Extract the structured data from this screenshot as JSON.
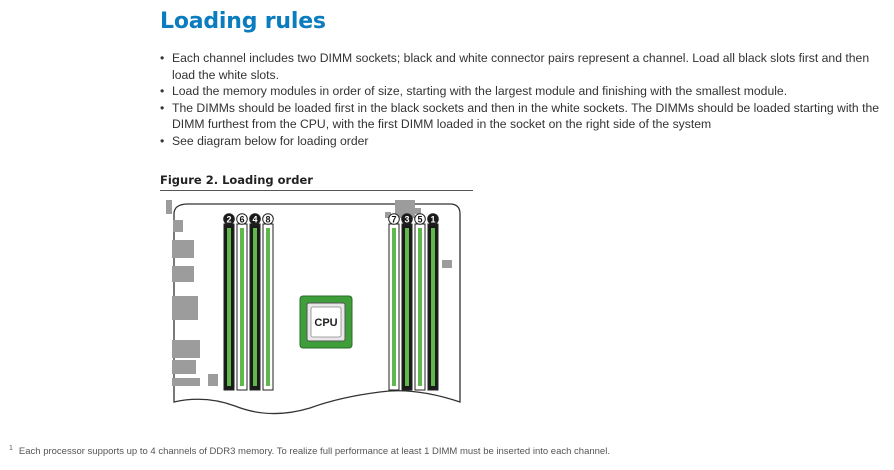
{
  "heading": "Loading rules",
  "rules": [
    "Each channel includes two DIMM sockets; black and white connector pairs represent a channel. Load all black slots first and then load the white slots.",
    "Load the memory modules in order of size, starting with the largest module and finishing with the smallest module.",
    "The DIMMs should be loaded first in the black sockets and then in the white sockets. The DIMMs should be loaded starting with the DIMM furthest from the CPU, with the first DIMM loaded in the socket on the right side of the system",
    "See diagram below for loading order"
  ],
  "figure": {
    "caption": "Figure 2. Loading order",
    "cpu_label": "CPU",
    "left_bank": [
      {
        "number": "2",
        "connector": "black"
      },
      {
        "number": "6",
        "connector": "white"
      },
      {
        "number": "4",
        "connector": "black"
      },
      {
        "number": "8",
        "connector": "white"
      }
    ],
    "right_bank": [
      {
        "number": "7",
        "connector": "white"
      },
      {
        "number": "3",
        "connector": "black"
      },
      {
        "number": "5",
        "connector": "white"
      },
      {
        "number": "1",
        "connector": "black"
      }
    ],
    "colors": {
      "black_connector": "#1a1a1a",
      "white_connector": "#ffffff",
      "dimm_green": "#5fb84a",
      "board_gray": "#9c9c9c",
      "cpu_green": "#3e9e3a"
    }
  },
  "footnote": {
    "marker": "1",
    "text": "Each processor supports up to 4 channels of DDR3 memory. To realize full performance at least 1 DIMM must be inserted into each channel."
  }
}
